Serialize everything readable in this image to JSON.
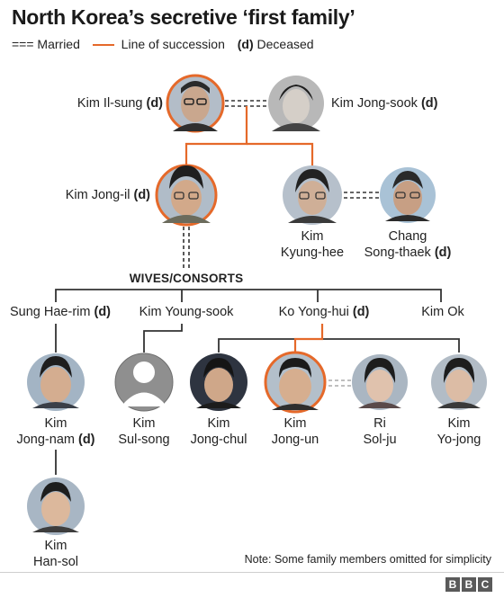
{
  "title": "North Korea’s secretive ‘first family’",
  "legend": {
    "married_symbol": "===",
    "married": "Married",
    "succession": "Line of succession",
    "deceased_mark": "(d)",
    "deceased": "Deceased"
  },
  "people": {
    "kim_il_sung": {
      "name": "Kim Il-sung",
      "mark": "(d)"
    },
    "kim_jong_sook": {
      "name": "Kim Jong-sook",
      "mark": "(d)"
    },
    "kim_jong_il": {
      "name": "Kim Jong-il",
      "mark": "(d)"
    },
    "kim_kyung_hee": {
      "line1": "Kim",
      "line2": "Kyung-hee"
    },
    "chang_song_thaek": {
      "line1": "Chang",
      "line2": "Song-thaek",
      "mark": "(d)"
    },
    "sung_hae_rim": {
      "name": "Sung Hae-rim",
      "mark": "(d)"
    },
    "kim_young_sook": {
      "name": "Kim Young-sook"
    },
    "ko_yong_hui": {
      "name": "Ko Yong-hui",
      "mark": "(d)"
    },
    "kim_ok": {
      "name": "Kim Ok"
    },
    "kim_jong_nam": {
      "line1": "Kim",
      "line2": "Jong-nam",
      "mark": "(d)"
    },
    "kim_sul_song": {
      "line1": "Kim",
      "line2": "Sul-song"
    },
    "kim_jong_chul": {
      "line1": "Kim",
      "line2": "Jong-chul"
    },
    "kim_jong_un": {
      "line1": "Kim",
      "line2": "Jong-un"
    },
    "ri_sol_ju": {
      "line1": "Ri",
      "line2": "Sol-ju"
    },
    "kim_yo_jong": {
      "line1": "Kim",
      "line2": "Yo-jong"
    },
    "kim_han_sol": {
      "line1": "Kim",
      "line2": "Han-sol"
    }
  },
  "section_label": "WIVES/CONSORTS",
  "note": "Note: Some family members omitted for simplicity",
  "logo_letters": [
    "B",
    "B",
    "C"
  ],
  "colors": {
    "succession": "#e5692a",
    "line": "#333333",
    "married_line": "#333333",
    "married_line_light": "#aaaaaa",
    "portrait_bg": "#a9b6c2",
    "placeholder_bg": "#8f8f8f"
  }
}
